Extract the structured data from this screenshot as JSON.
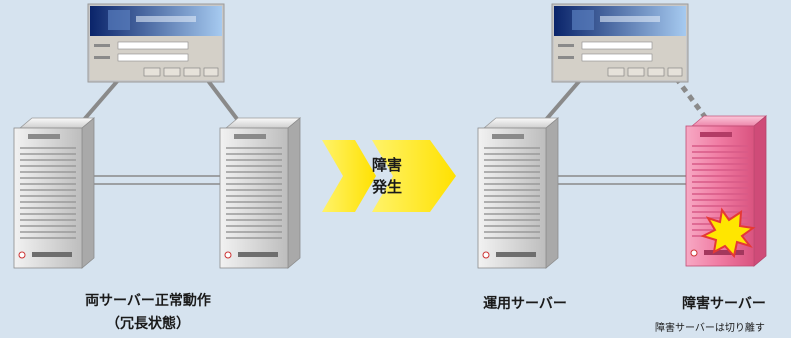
{
  "before": {
    "caption_line1": "両サーバー正常動作",
    "caption_line2": "（冗長状態）"
  },
  "transition": {
    "label_line1": "障害",
    "label_line2": "発生"
  },
  "after": {
    "active_caption": "運用サーバー",
    "failed_caption": "障害サーバー",
    "failed_note": "障害サーバーは切り離す"
  },
  "colors": {
    "background": "#d6e3ef",
    "connector": "#8a8a8a",
    "arrow_fill": "#fff200",
    "failed_server": "#f06a9a",
    "burst": "#ffe600"
  }
}
